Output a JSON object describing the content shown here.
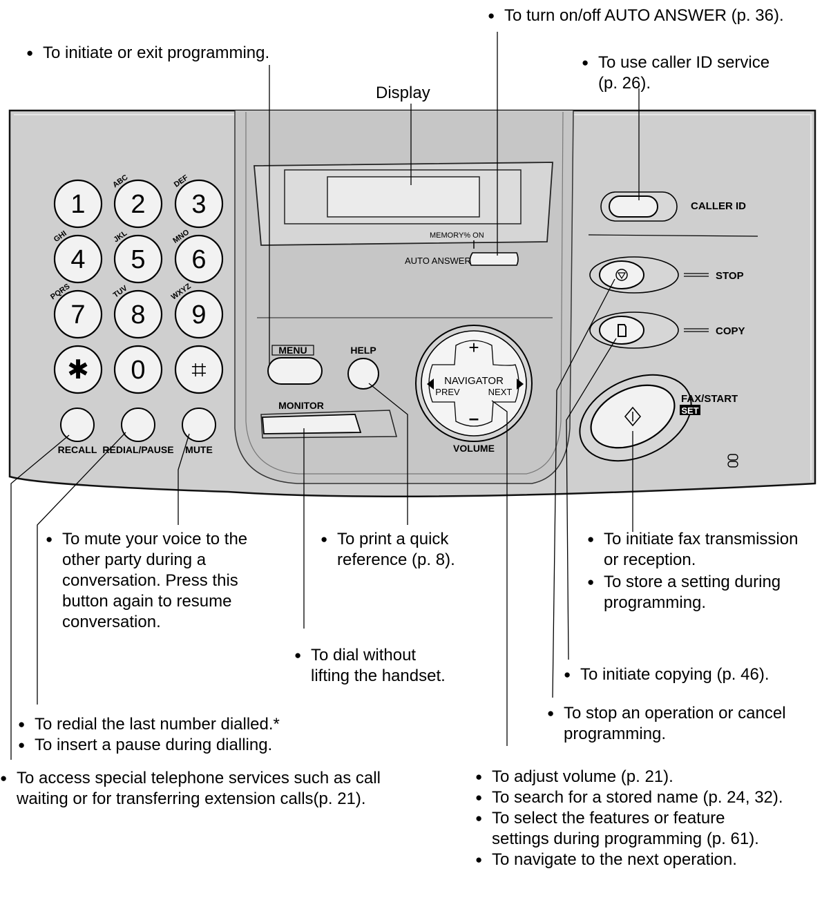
{
  "panel": {
    "display_label": "Display",
    "memory_label": "MEMORY% ON",
    "auto_answer_label": "AUTO ANSWER",
    "caller_id_label": "CALLER ID",
    "stop_label": "STOP",
    "copy_label": "COPY",
    "fax_start_label": "FAX/START",
    "set_label": "SET",
    "menu_label": "MENU",
    "help_label": "HELP",
    "monitor_label": "MONITOR",
    "volume_label": "VOLUME",
    "navigator_label": "NAVIGATOR",
    "prev_label": "PREV",
    "next_label": "NEXT",
    "plus_label": "+",
    "minus_label": "–",
    "keys": [
      {
        "digit": "1",
        "letters": ""
      },
      {
        "digit": "2",
        "letters": "ABC"
      },
      {
        "digit": "3",
        "letters": "DEF"
      },
      {
        "digit": "4",
        "letters": "GHI"
      },
      {
        "digit": "5",
        "letters": "JKL"
      },
      {
        "digit": "6",
        "letters": "MNO"
      },
      {
        "digit": "7",
        "letters": "PQRS"
      },
      {
        "digit": "8",
        "letters": "TUV"
      },
      {
        "digit": "9",
        "letters": "WXYZ"
      },
      {
        "digit": "✱",
        "letters": ""
      },
      {
        "digit": "0",
        "letters": ""
      },
      {
        "digit": "⌗",
        "letters": ""
      }
    ],
    "recall_label": "RECALL",
    "redial_label": "REDIAL/PAUSE",
    "mute_label": "MUTE"
  },
  "annotations": {
    "auto_answer": [
      "To turn on/off AUTO ANSWER (p. 36)."
    ],
    "programming": [
      "To initiate or exit programming."
    ],
    "caller_id": [
      "To use caller ID service",
      "(p. 26)."
    ],
    "mute": [
      "To mute your voice to the",
      "other party during a",
      "conversation. Press this",
      "button again to resume",
      "conversation."
    ],
    "help": [
      "To print a quick",
      "reference (p. 8)."
    ],
    "fax_1": [
      "To initiate fax transmission",
      "or reception."
    ],
    "fax_2": [
      "To store a setting during",
      "programming."
    ],
    "monitor": [
      "To dial without",
      "lifting the handset."
    ],
    "copy": [
      "To initiate copying (p. 46)."
    ],
    "redial_1": [
      "To redial the last number dialled.*"
    ],
    "redial_2": [
      "To insert a pause during dialling."
    ],
    "stop": [
      "To stop an operation or cancel",
      "programming."
    ],
    "recall": [
      "To access special telephone services such as call",
      "waiting or for transferring extension calls(p. 21)."
    ],
    "navigator_1": [
      "To adjust volume (p. 21)."
    ],
    "navigator_2": [
      "To search for a stored name (p. 24, 32)."
    ],
    "navigator_3": [
      "To select the features or feature",
      "settings during programming (p. 61)."
    ],
    "navigator_4": [
      "To navigate to the next operation."
    ]
  }
}
